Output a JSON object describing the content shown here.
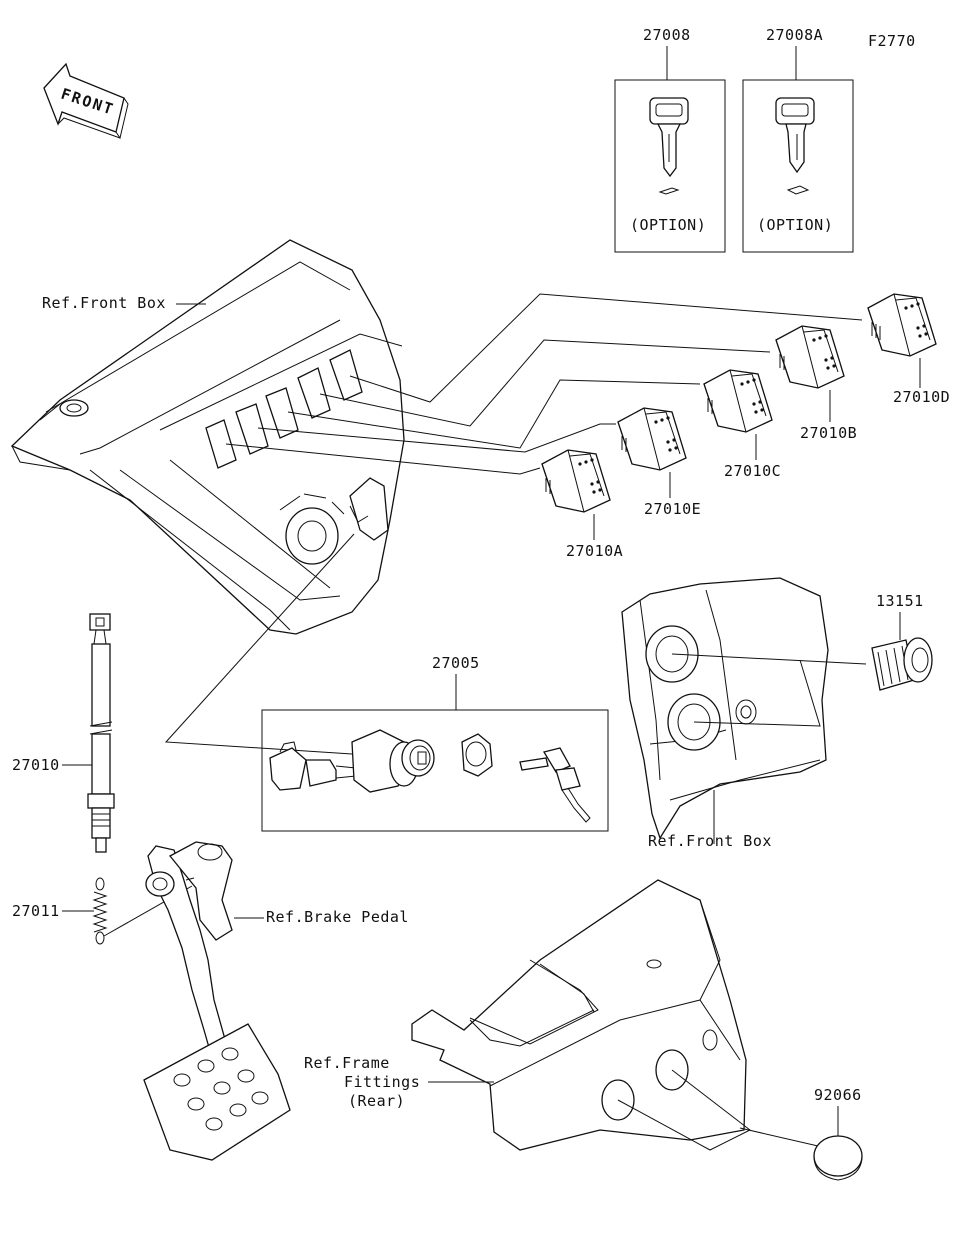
{
  "figure_code": "F2770",
  "front_marker": "FRONT",
  "parts": {
    "key_a": "27008",
    "key_b": "27008A",
    "option_a": "(OPTION)",
    "option_b": "(OPTION)",
    "switch_d": "27010D",
    "switch_b": "27010B",
    "switch_c": "27010C",
    "switch_e": "27010E",
    "switch_a": "27010A",
    "outlet": "13151",
    "ignition": "27005",
    "brake_switch": "27010",
    "spring": "27011",
    "cap": "92066"
  },
  "refs": {
    "front_box_top": "Ref.Front Box",
    "front_box_right": "Ref.Front Box",
    "brake_pedal": "Ref.Brake Pedal",
    "frame_line1": "Ref.Frame",
    "frame_line2": "Fittings",
    "frame_line3": "(Rear)"
  }
}
